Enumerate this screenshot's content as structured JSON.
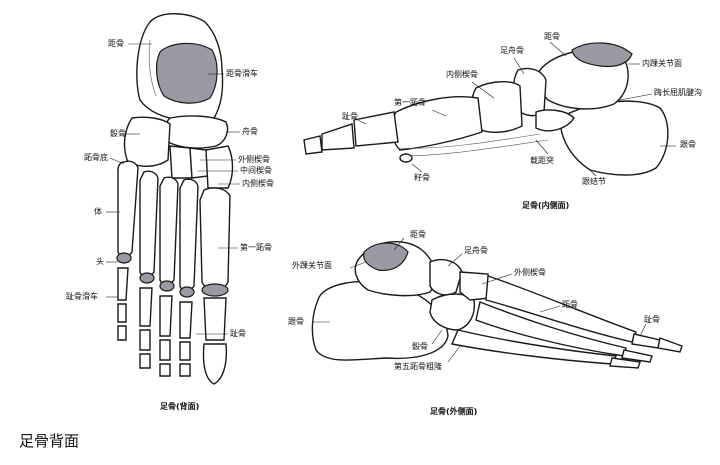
{
  "dorsal_view": {
    "caption": "足骨(背面)",
    "labels": {
      "talus": "距骨",
      "trochlea_tali": "距骨滑车",
      "navicular": "舟骨",
      "cuboid": "骰骨",
      "lateral_cuneiform": "外侧楔骨",
      "intermediate_cuneiform": "中间楔骨",
      "medial_cuneiform": "内侧楔骨",
      "metatarsal_base": "跖骨底",
      "body": "体",
      "first_metatarsal": "第一跖骨",
      "head": "头",
      "metatarsal_trochlea": "趾骨滑车",
      "phalanx": "趾骨"
    }
  },
  "medial_view": {
    "caption": "足骨(内侧面)",
    "labels": {
      "navicular": "足舟骨",
      "talus": "距骨",
      "medial_malleolar_facet": "内踝关节面",
      "medial_cuneiform": "内侧楔骨",
      "fhl_groove": "踇长屈肌腱沟",
      "first_metatarsal": "第一跖骨",
      "phalanx": "趾骨",
      "calcaneus": "跟骨",
      "sustentaculum": "载距突",
      "sesamoid": "籽骨",
      "calcaneal_tuber": "跟结节"
    }
  },
  "lateral_view": {
    "caption": "足骨(外侧面)",
    "labels": {
      "talus": "距骨",
      "lateral_malleolar_facet": "外踝关节面",
      "navicular": "足舟骨",
      "lateral_cuneiform": "外侧楔骨",
      "metatarsal": "跖骨",
      "phalanx": "趾骨",
      "calcaneus": "跟骨",
      "cuboid": "骰骨",
      "fifth_metatarsal_tuberosity": "第五跖骨粗隆"
    }
  },
  "page_caption": "足骨背面"
}
